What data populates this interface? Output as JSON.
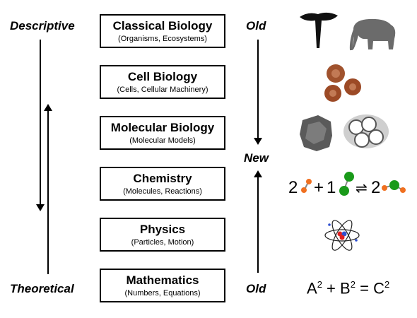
{
  "left_axis": {
    "top_label": "Descriptive",
    "bottom_label": "Theoretical"
  },
  "right_axis": {
    "top_label": "Old",
    "middle_label": "New",
    "bottom_label": "Old"
  },
  "levels": [
    {
      "title": "Classical Biology",
      "subtitle": "(Organisms, Ecosystems)",
      "icon": "tree-elephant-icon"
    },
    {
      "title": "Cell Biology",
      "subtitle": "(Cells, Cellular Machinery)",
      "icon": "red-blood-cells-icon"
    },
    {
      "title": "Molecular Biology",
      "subtitle": "(Molecular Models)",
      "icon": "molecular-structure-icon"
    },
    {
      "title": "Chemistry",
      "subtitle": "(Molecules, Reactions)",
      "icon": "reaction-equation-icon"
    },
    {
      "title": "Physics",
      "subtitle": "(Particles, Motion)",
      "icon": "atom-icon"
    },
    {
      "title": "Mathematics",
      "subtitle": "(Numbers, Equations)",
      "icon": "pythagoras-equation-icon"
    }
  ],
  "chemistry_equation": {
    "left_coeff": "2",
    "plus": "+",
    "mid_coeff": "1",
    "arrow": "⇌",
    "right_coeff": "2"
  },
  "math_equation": {
    "a": "A",
    "b": "B",
    "c": "C",
    "exp": "2",
    "plus": "+",
    "equals": "="
  },
  "colors": {
    "orange": "#f07020",
    "green": "#1a9a1a",
    "blood_cell": "#a0522d",
    "atom_nucleus_red": "#e02020",
    "atom_nucleus_blue": "#3050d0"
  }
}
